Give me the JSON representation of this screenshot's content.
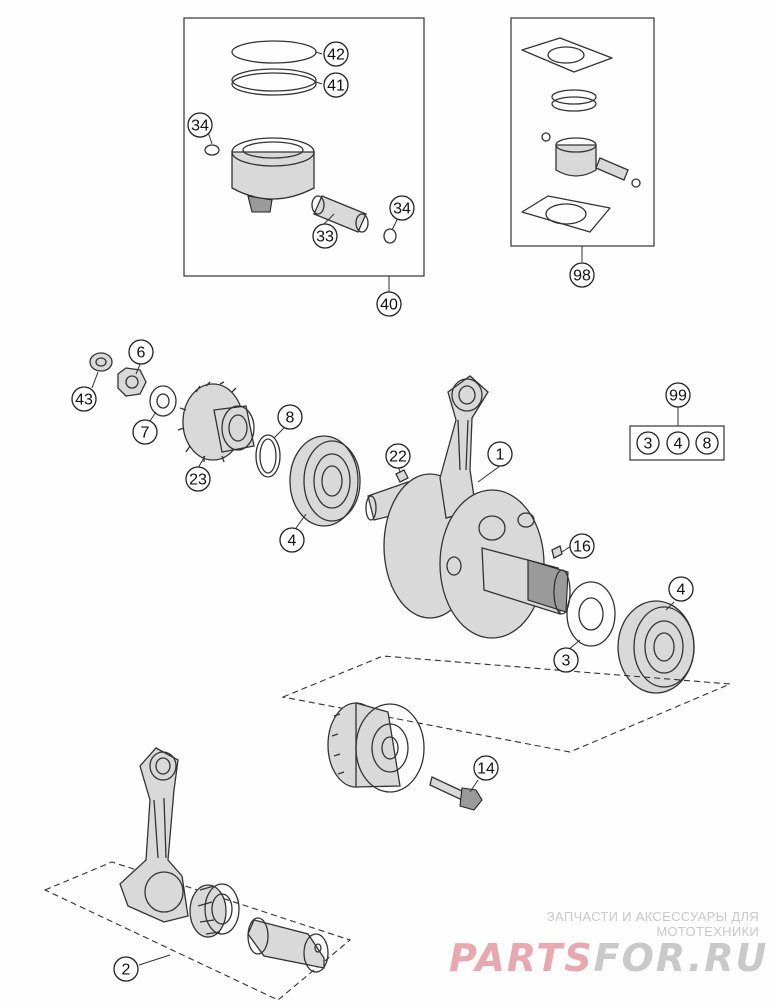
{
  "diagram": {
    "callouts": [
      {
        "id": "c42",
        "label": "42"
      },
      {
        "id": "c41",
        "label": "41"
      },
      {
        "id": "c34a",
        "label": "34"
      },
      {
        "id": "c34b",
        "label": "34"
      },
      {
        "id": "c33",
        "label": "33"
      },
      {
        "id": "c40",
        "label": "40"
      },
      {
        "id": "c98",
        "label": "98"
      },
      {
        "id": "c6",
        "label": "6"
      },
      {
        "id": "c43",
        "label": "43"
      },
      {
        "id": "c7",
        "label": "7"
      },
      {
        "id": "c23",
        "label": "23"
      },
      {
        "id": "c8",
        "label": "8"
      },
      {
        "id": "c4a",
        "label": "4"
      },
      {
        "id": "c22",
        "label": "22"
      },
      {
        "id": "c1",
        "label": "1"
      },
      {
        "id": "c99",
        "label": "99"
      },
      {
        "id": "c99_3",
        "label": "3"
      },
      {
        "id": "c99_4",
        "label": "4"
      },
      {
        "id": "c99_8",
        "label": "8"
      },
      {
        "id": "c16",
        "label": "16"
      },
      {
        "id": "c4b",
        "label": "4"
      },
      {
        "id": "c3",
        "label": "3"
      },
      {
        "id": "c14",
        "label": "14"
      },
      {
        "id": "c2",
        "label": "2"
      }
    ]
  },
  "watermark": {
    "subtitle": "ЗАПЧАСТИ И АКСЕССУАРЫ ДЛЯ МОТОТЕХНИКИ",
    "brand_part1": "PARTS",
    "brand_part2": "FOR.RU"
  }
}
